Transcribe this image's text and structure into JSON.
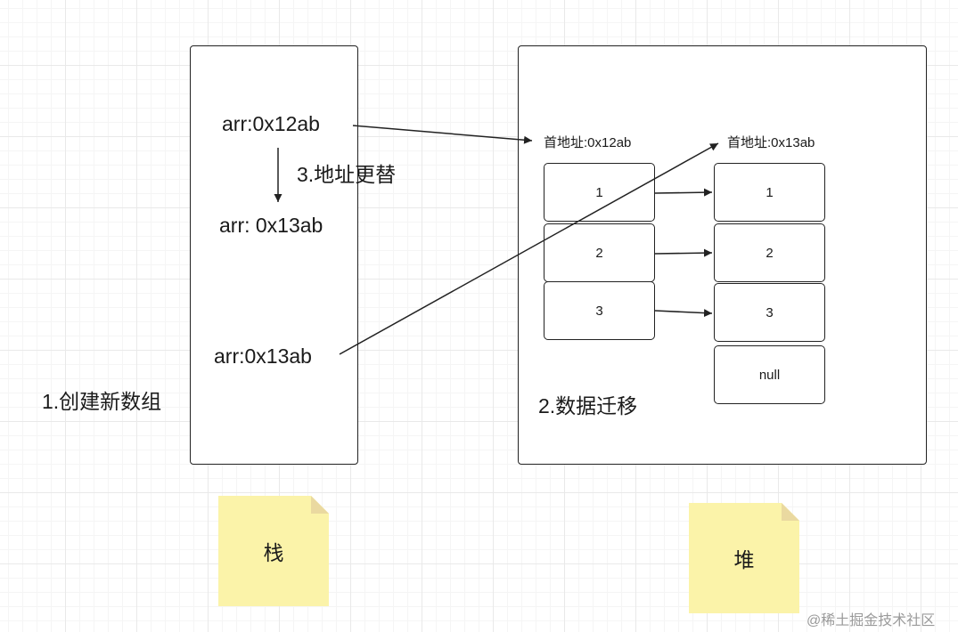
{
  "stack": {
    "old_ref": "arr:0x12ab",
    "new_ref": "arr: 0x13ab",
    "created_ref": "arr:0x13ab",
    "step3_label": "3.地址更替"
  },
  "step1_label": "1.创建新数组",
  "heap": {
    "old_array": {
      "address_label": "首地址:0x12ab",
      "cells": [
        "1",
        "2",
        "3"
      ]
    },
    "new_array": {
      "address_label": "首地址:0x13ab",
      "cells": [
        "1",
        "2",
        "3",
        "null"
      ]
    },
    "step2_label": "2.数据迁移"
  },
  "notes": {
    "stack_note": "栈",
    "heap_note": "堆",
    "note_color": "#fbf3a9"
  },
  "watermark": "@稀土掘金技术社区",
  "colors": {
    "line": "#222222",
    "grid": "#e9e9e9"
  }
}
